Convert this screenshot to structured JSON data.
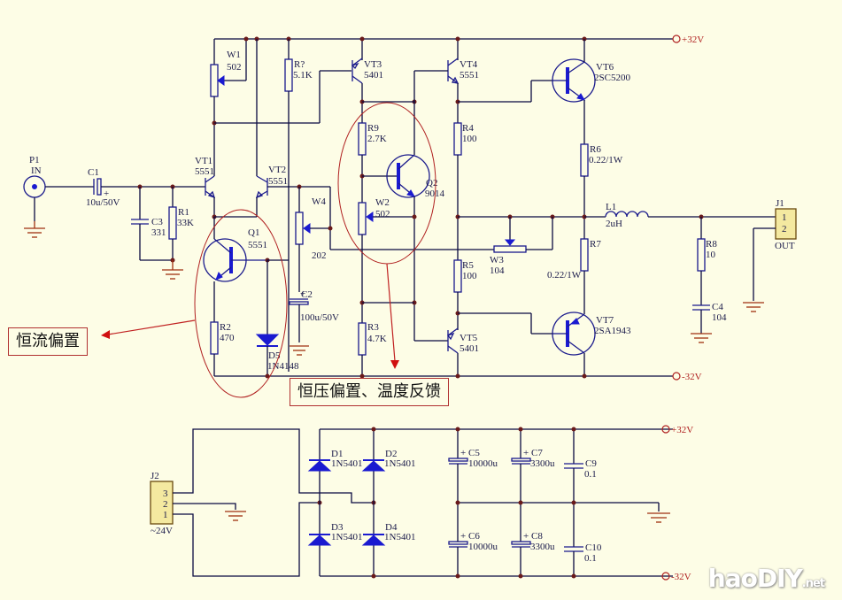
{
  "rails": {
    "pos": "+32V",
    "neg": "-32V"
  },
  "input": {
    "ref": "P1",
    "name": "IN"
  },
  "output": {
    "ref": "J1",
    "name": "OUT",
    "pins": [
      "1",
      "2"
    ]
  },
  "psu_connector": {
    "ref": "J2",
    "value": "~24V",
    "pins": [
      "3",
      "2",
      "1"
    ]
  },
  "components": {
    "C1": {
      "ref": "C1",
      "value": "10u/50V"
    },
    "C2": {
      "ref": "C2",
      "value": "100u/50V"
    },
    "C3": {
      "ref": "C3",
      "value": "331"
    },
    "C4": {
      "ref": "C4",
      "value": "104"
    },
    "C5": {
      "ref": "C5",
      "value": "10000u"
    },
    "C6": {
      "ref": "C6",
      "value": "10000u"
    },
    "C7": {
      "ref": "C7",
      "value": "3300u"
    },
    "C8": {
      "ref": "C8",
      "value": "3300u"
    },
    "C9": {
      "ref": "C9",
      "value": "0.1"
    },
    "C10": {
      "ref": "C10",
      "value": "0.1"
    },
    "R1": {
      "ref": "R1",
      "value": "33K"
    },
    "R2": {
      "ref": "R2",
      "value": "470"
    },
    "R3": {
      "ref": "R3",
      "value": "4.7K"
    },
    "R4": {
      "ref": "R4",
      "value": "100"
    },
    "R5": {
      "ref": "R5",
      "value": "100"
    },
    "R6": {
      "ref": "R6",
      "value": "0.22/1W"
    },
    "R7": {
      "ref": "R7",
      "value": "0.22/1W"
    },
    "R8": {
      "ref": "R8",
      "value": "10"
    },
    "R9": {
      "ref": "R9",
      "value": "2.7K"
    },
    "Rq": {
      "ref": "R?",
      "value": "5.1K"
    },
    "W1": {
      "ref": "W1",
      "value": "502"
    },
    "W2": {
      "ref": "W2",
      "value": "502"
    },
    "W3": {
      "ref": "W3",
      "value": "104"
    },
    "W4": {
      "ref": "W4",
      "value": "202"
    },
    "L1": {
      "ref": "L1",
      "value": "2uH"
    },
    "VT1": {
      "ref": "VT1",
      "value": "5551"
    },
    "VT2": {
      "ref": "VT2",
      "value": "5551"
    },
    "VT3": {
      "ref": "VT3",
      "value": "5401"
    },
    "VT4": {
      "ref": "VT4",
      "value": "5551"
    },
    "VT5": {
      "ref": "VT5",
      "value": "5401"
    },
    "VT6": {
      "ref": "VT6",
      "value": "2SC5200"
    },
    "VT7": {
      "ref": "VT7",
      "value": "2SA1943"
    },
    "Q1": {
      "ref": "Q1",
      "value": "5551"
    },
    "Q2": {
      "ref": "Q2",
      "value": "9014"
    },
    "D1": {
      "ref": "D1",
      "value": "1N5401"
    },
    "D2": {
      "ref": "D2",
      "value": "1N5401"
    },
    "D3": {
      "ref": "D3",
      "value": "1N5401"
    },
    "D4": {
      "ref": "D4",
      "value": "1N5401"
    },
    "D5": {
      "ref": "D5",
      "value": "1N4148"
    }
  },
  "annotations": {
    "current_bias": "恒流偏置",
    "voltage_bias": "恒压偏置、温度反馈"
  },
  "watermark": {
    "main": "haoDIY",
    "suffix": ".net"
  }
}
